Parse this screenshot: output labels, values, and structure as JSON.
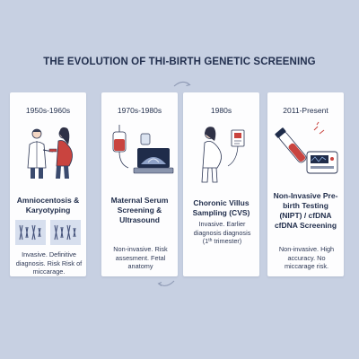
{
  "title": "THE EVOLUTION OF THI-BIRTH GENETIC SCREENING",
  "cards": [
    {
      "era": "1950s-1960s",
      "name": "Amniocentosis & Karyotyping",
      "desc": "Invasive. Definitive diagnosis. Risk Risk of miccarage.",
      "icon": "doctor-patient-illustration"
    },
    {
      "era": "1970s-1980s",
      "name": "Maternal Serum Screening & Ultrasound",
      "desc": "Non-invasive. Risk assesment. Fetal anatomy",
      "icon": "blood-bag-ultrasound-illustration"
    },
    {
      "era": "1980s",
      "name": "Choronic Villus Sampling (CVS)",
      "desc_main": "Invasive. Earlier diagnosis diagnosis (1",
      "desc_sup": "th",
      "desc_tail": " trimester)",
      "icon": "pregnant-woman-test-illustration"
    },
    {
      "era": "2011-Present",
      "name": "Non-Invasive Pre-birth Testing (NIPT) / cfDNA cfDNA Screening",
      "desc": "Non-invasive. High accuracy. No miccarage risk.",
      "icon": "blood-tube-sequencer-illustration"
    }
  ],
  "colors": {
    "background": "#c7d0e2",
    "card": "#fdfdfe",
    "text": "#1f2c4a",
    "accent": "#c9443f"
  }
}
